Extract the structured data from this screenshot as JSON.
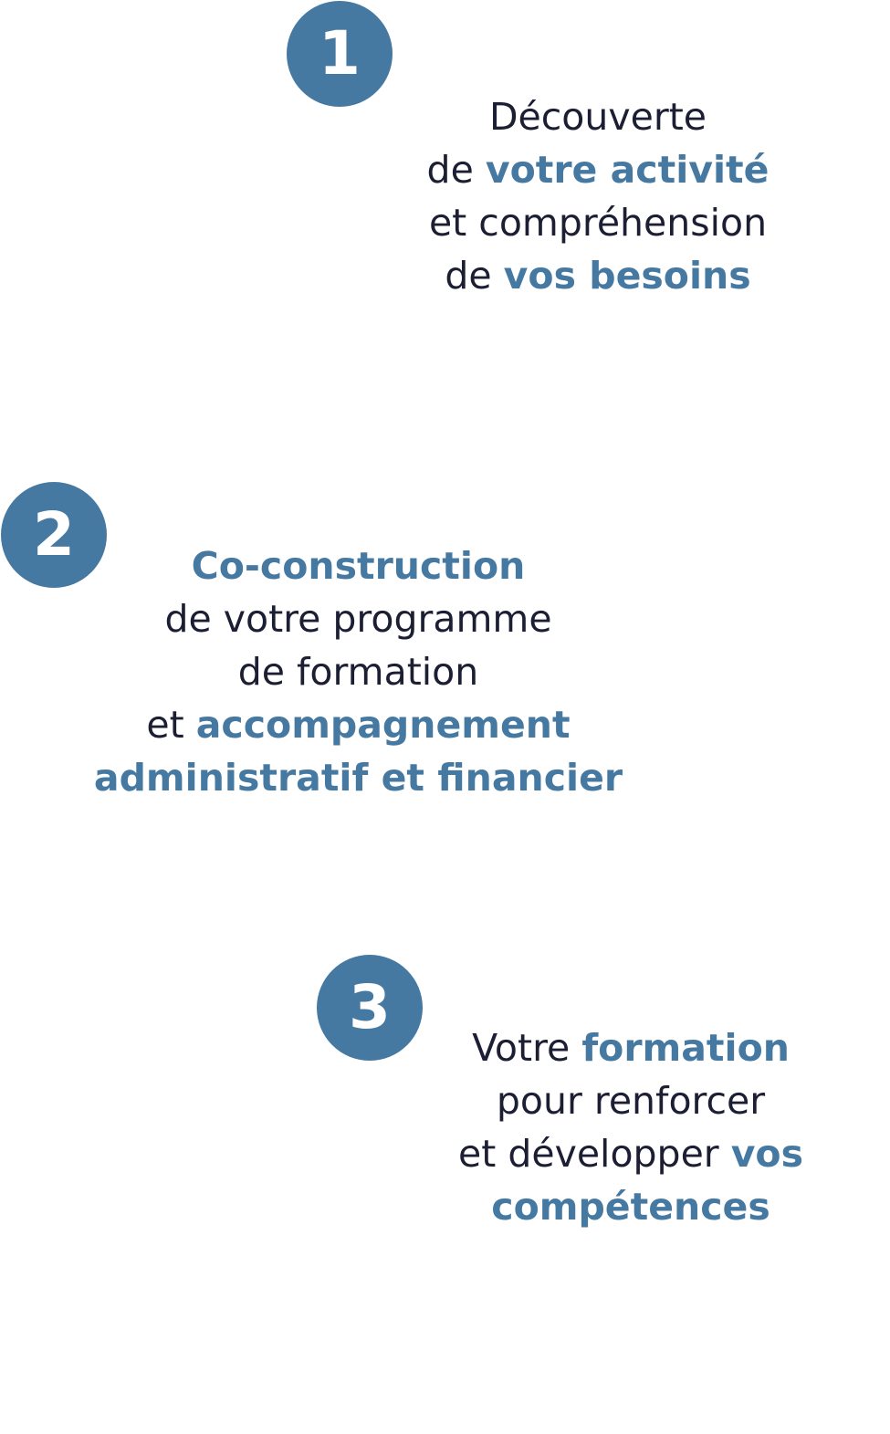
{
  "steps": [
    {
      "number": "1",
      "lines": [
        [
          {
            "text": "Découverte",
            "highlight": false
          }
        ],
        [
          {
            "text": "de ",
            "highlight": false
          },
          {
            "text": "votre activité",
            "highlight": true
          }
        ],
        [
          {
            "text": "et compréhension",
            "highlight": false
          }
        ],
        [
          {
            "text": "de ",
            "highlight": false
          },
          {
            "text": "vos besoins",
            "highlight": true
          }
        ]
      ]
    },
    {
      "number": "2",
      "lines": [
        [
          {
            "text": "Co-construction",
            "highlight": true
          }
        ],
        [
          {
            "text": "de votre programme",
            "highlight": false
          }
        ],
        [
          {
            "text": "de formation",
            "highlight": false
          }
        ],
        [
          {
            "text": "et ",
            "highlight": false
          },
          {
            "text": "accompagnement",
            "highlight": true
          }
        ],
        [
          {
            "text": "administratif et financier",
            "highlight": true
          }
        ]
      ]
    },
    {
      "number": "3",
      "lines": [
        [
          {
            "text": "Votre ",
            "highlight": false
          },
          {
            "text": "formation",
            "highlight": true
          }
        ],
        [
          {
            "text": "pour renforcer",
            "highlight": false
          }
        ],
        [
          {
            "text": "et développer ",
            "highlight": false
          },
          {
            "text": "vos",
            "highlight": true
          }
        ],
        [
          {
            "text": "compétences",
            "highlight": true
          }
        ]
      ]
    }
  ],
  "colors": {
    "accent": "#4679a2",
    "text": "#1c1f33",
    "background": "#ffffff"
  }
}
